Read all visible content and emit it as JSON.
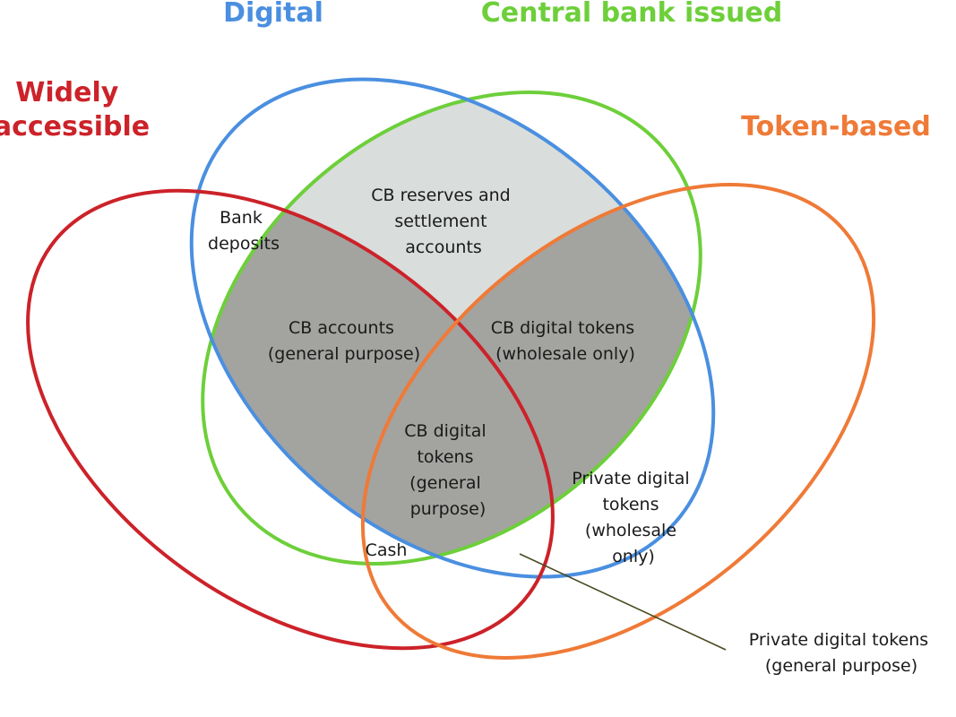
{
  "sets": [
    {
      "id": "widely-accessible",
      "lines": [
        "Widely",
        "accessible"
      ],
      "color": "#cc2229"
    },
    {
      "id": "digital",
      "lines": [
        "Digital"
      ],
      "color": "#4a8fe0"
    },
    {
      "id": "central-bank-issued",
      "lines": [
        "Central bank issued"
      ],
      "color": "#6dcf3a"
    },
    {
      "id": "token-based",
      "lines": [
        "Token-based"
      ],
      "color": "#ef7a37"
    }
  ],
  "regions": [
    {
      "id": "bank-deposits",
      "lines": [
        "Bank",
        "deposits"
      ]
    },
    {
      "id": "cb-reserves",
      "lines": [
        "CB reserves and",
        "settlement",
        "accounts"
      ]
    },
    {
      "id": "cb-accounts",
      "lines": [
        "CB accounts",
        "(general purpose)"
      ]
    },
    {
      "id": "cb-digital-tokens-wholesale",
      "lines": [
        "CB digital tokens",
        "(wholesale only)"
      ]
    },
    {
      "id": "cb-digital-tokens-general",
      "lines": [
        "CB digital",
        "tokens",
        "(general",
        "purpose)"
      ]
    },
    {
      "id": "cash",
      "lines": [
        "Cash"
      ]
    },
    {
      "id": "private-tokens-wholesale",
      "lines": [
        "Private digital",
        "tokens",
        "(wholesale",
        "only)"
      ]
    },
    {
      "id": "private-tokens-general",
      "lines": [
        "Private digital tokens",
        "(general purpose)"
      ]
    }
  ],
  "fills": {
    "light": "#d9dddb",
    "dark": "#a3a3a0"
  },
  "leader_color": "#4a4a22"
}
